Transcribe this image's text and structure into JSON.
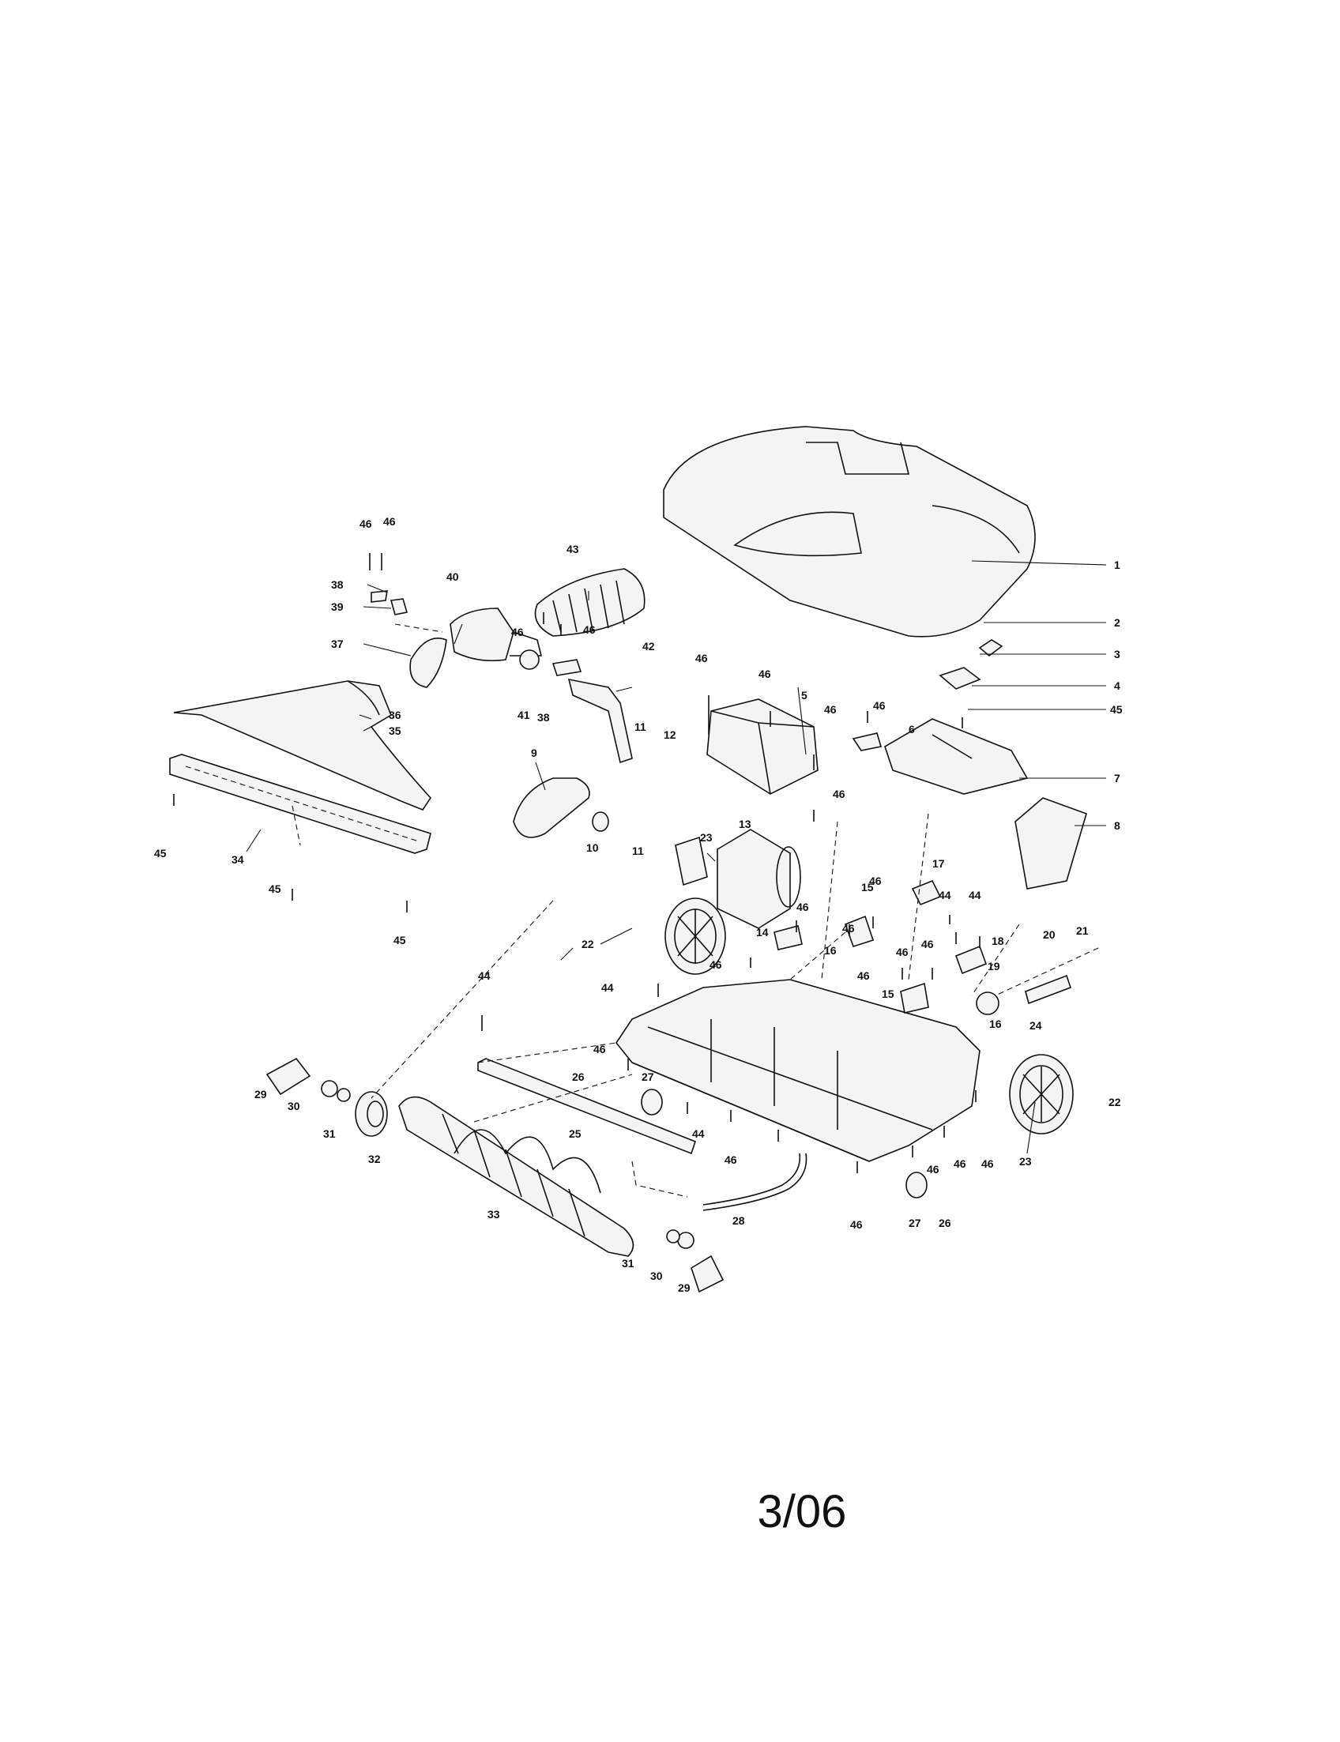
{
  "page": {
    "date_code": "3/06"
  },
  "callouts": [
    {
      "id": "c1",
      "text": "1"
    },
    {
      "id": "c2",
      "text": "2"
    },
    {
      "id": "c3",
      "text": "3"
    },
    {
      "id": "c4",
      "text": "4"
    },
    {
      "id": "c45a",
      "text": "45"
    },
    {
      "id": "c5",
      "text": "5"
    },
    {
      "id": "c6",
      "text": "6"
    },
    {
      "id": "c7",
      "text": "7"
    },
    {
      "id": "c8",
      "text": "8"
    },
    {
      "id": "c9",
      "text": "9"
    },
    {
      "id": "c10",
      "text": "10"
    },
    {
      "id": "c11a",
      "text": "11"
    },
    {
      "id": "c11b",
      "text": "11"
    },
    {
      "id": "c12",
      "text": "12"
    },
    {
      "id": "c13",
      "text": "13"
    },
    {
      "id": "c14",
      "text": "14"
    },
    {
      "id": "c15a",
      "text": "15"
    },
    {
      "id": "c15b",
      "text": "15"
    },
    {
      "id": "c16a",
      "text": "16"
    },
    {
      "id": "c16b",
      "text": "16"
    },
    {
      "id": "c17",
      "text": "17"
    },
    {
      "id": "c18",
      "text": "18"
    },
    {
      "id": "c19",
      "text": "19"
    },
    {
      "id": "c20",
      "text": "20"
    },
    {
      "id": "c21",
      "text": "21"
    },
    {
      "id": "c22a",
      "text": "22"
    },
    {
      "id": "c22b",
      "text": "22"
    },
    {
      "id": "c23a",
      "text": "23"
    },
    {
      "id": "c23b",
      "text": "23"
    },
    {
      "id": "c24",
      "text": "24"
    },
    {
      "id": "c25",
      "text": "25"
    },
    {
      "id": "c26a",
      "text": "26"
    },
    {
      "id": "c26b",
      "text": "26"
    },
    {
      "id": "c27a",
      "text": "27"
    },
    {
      "id": "c27b",
      "text": "27"
    },
    {
      "id": "c28",
      "text": "28"
    },
    {
      "id": "c29a",
      "text": "29"
    },
    {
      "id": "c29b",
      "text": "29"
    },
    {
      "id": "c30a",
      "text": "30"
    },
    {
      "id": "c30b",
      "text": "30"
    },
    {
      "id": "c31a",
      "text": "31"
    },
    {
      "id": "c31b",
      "text": "31"
    },
    {
      "id": "c32",
      "text": "32"
    },
    {
      "id": "c33",
      "text": "33"
    },
    {
      "id": "c34",
      "text": "34"
    },
    {
      "id": "c35",
      "text": "35"
    },
    {
      "id": "c36",
      "text": "36"
    },
    {
      "id": "c37",
      "text": "37"
    },
    {
      "id": "c38a",
      "text": "38"
    },
    {
      "id": "c38b",
      "text": "38"
    },
    {
      "id": "c39",
      "text": "39"
    },
    {
      "id": "c40",
      "text": "40"
    },
    {
      "id": "c41",
      "text": "41"
    },
    {
      "id": "c42",
      "text": "42"
    },
    {
      "id": "c43",
      "text": "43"
    },
    {
      "id": "c44a",
      "text": "44"
    },
    {
      "id": "c44b",
      "text": "44"
    },
    {
      "id": "c44c",
      "text": "44"
    },
    {
      "id": "c44d",
      "text": "44"
    },
    {
      "id": "c44e",
      "text": "44"
    },
    {
      "id": "c45b",
      "text": "45"
    },
    {
      "id": "c45c",
      "text": "45"
    },
    {
      "id": "c45d",
      "text": "45"
    },
    {
      "id": "c46",
      "text": "46"
    }
  ]
}
